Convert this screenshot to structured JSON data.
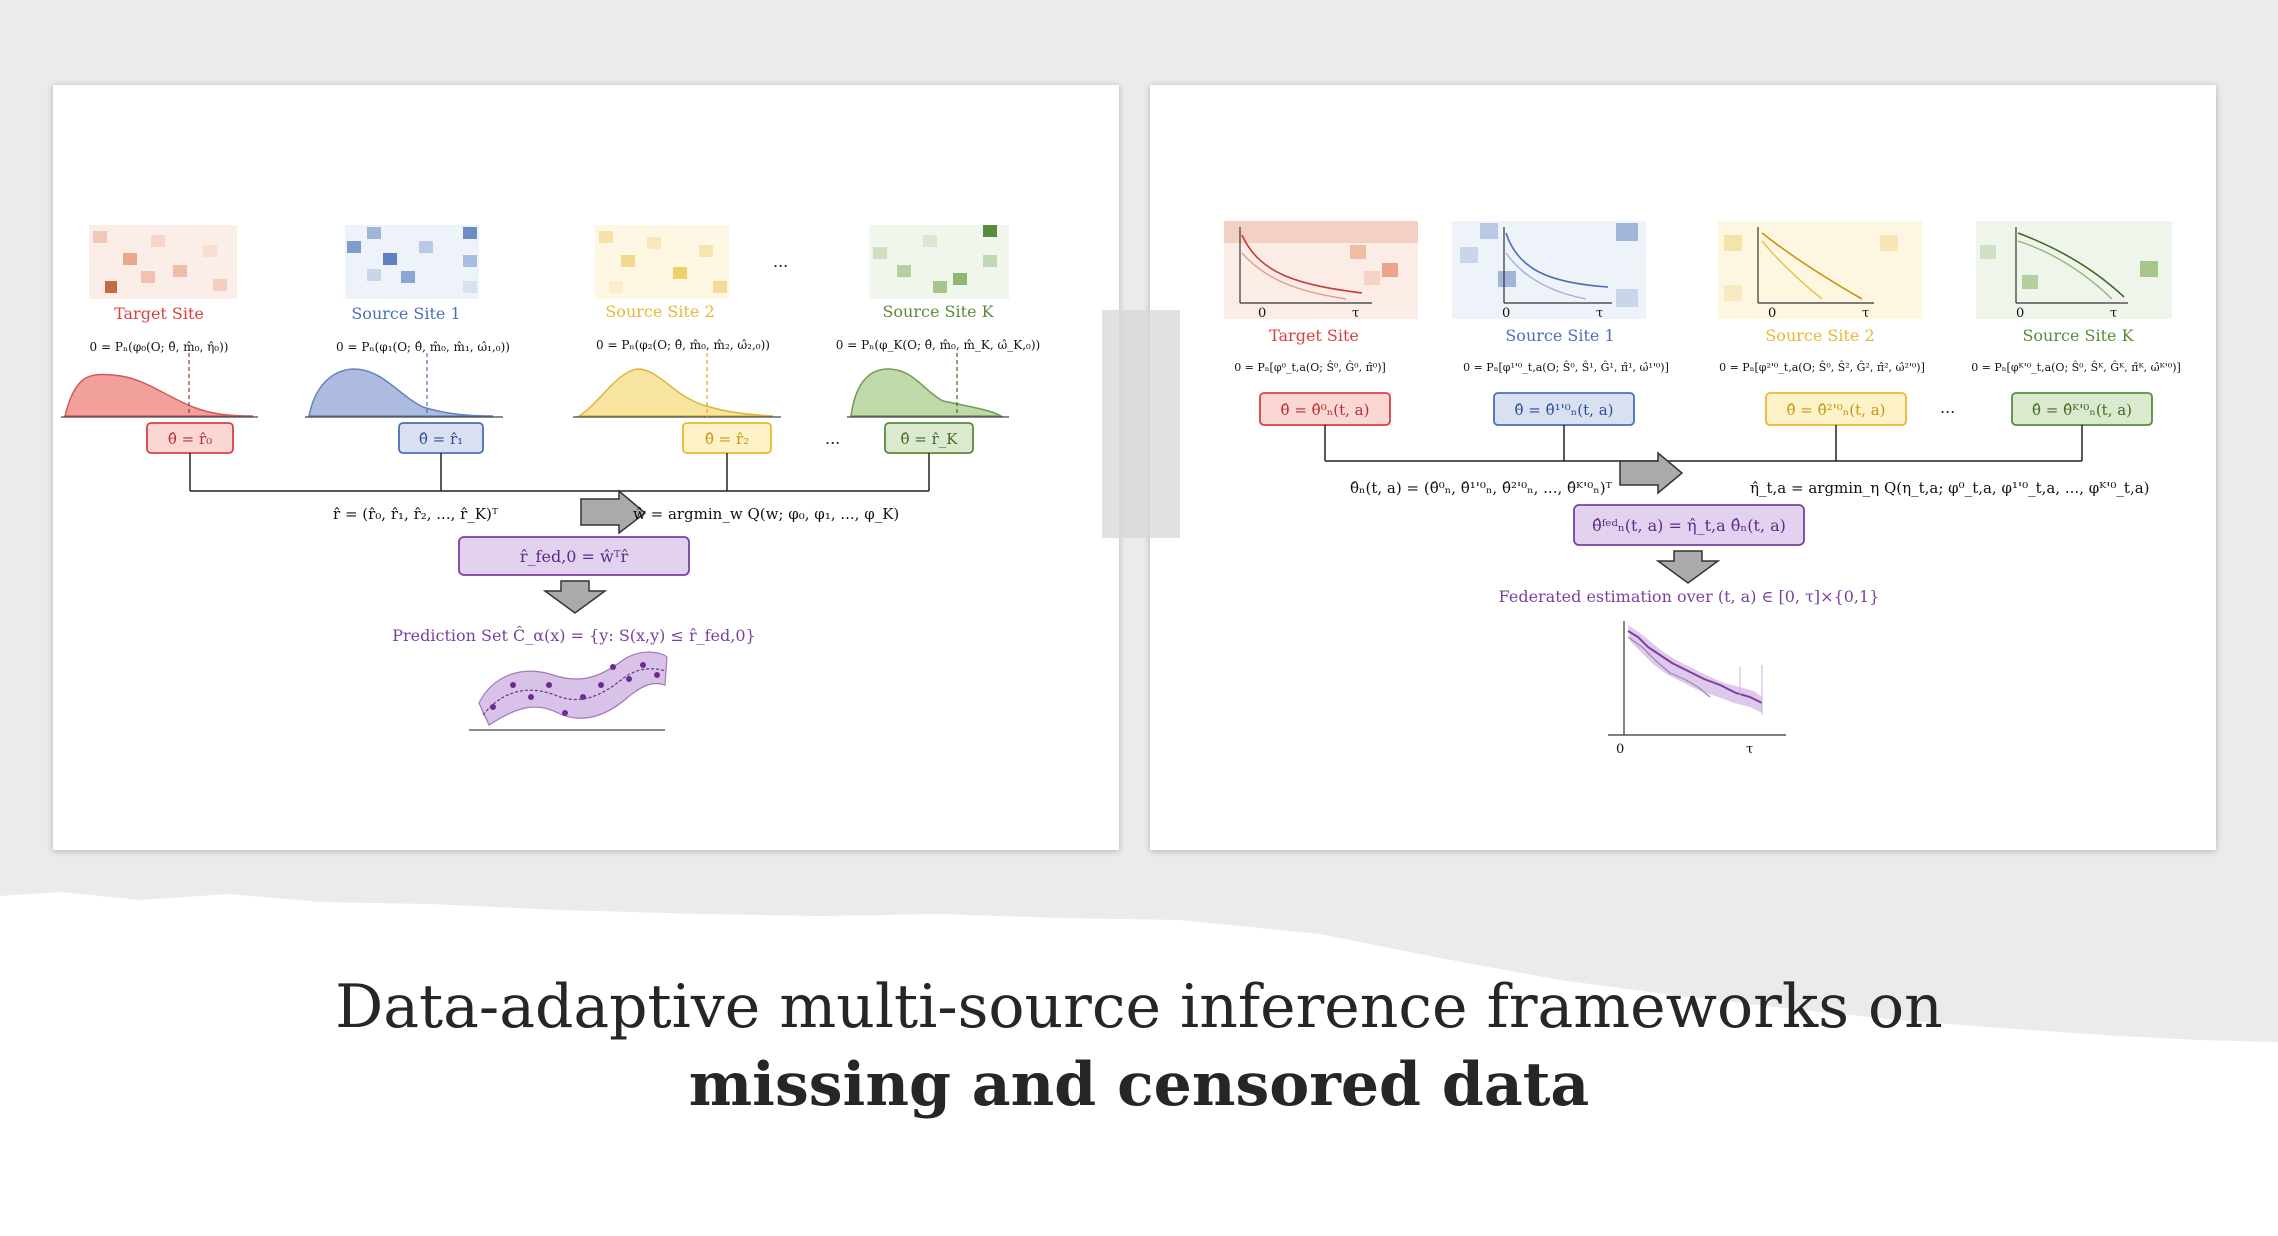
{
  "colors": {
    "target": "#d94040",
    "source1": "#4a6fb5",
    "source2": "#e8b830",
    "sourceK": "#5a8a3c",
    "fed": "#7b3fa0",
    "fed_fill": "#e2d2ef"
  },
  "left": {
    "sites": [
      {
        "label": "Target Site",
        "eq": "0 = Pₙ(φ₀(O; θ̂, m̂₀, η̂₀))",
        "box": "θ̂ = r̂₀"
      },
      {
        "label": "Source Site 1",
        "eq": "0 = Pₙ(φ₁(O; θ̂, m̂₀, m̂₁, ω̂₁,₀))",
        "box": "θ̂ = r̂₁"
      },
      {
        "label": "Source Site 2",
        "eq": "0 = Pₙ(φ₂(O; θ̂, m̂₀, m̂₂, ω̂₂,₀))",
        "box": "θ̂ = r̂₂"
      },
      {
        "label": "Source Site K",
        "eq": "0 = Pₙ(φ_K(O; θ̂, m̂₀, m̂_K, ω̂_K,₀))",
        "box": "θ̂ = r̂_K"
      }
    ],
    "dots_top": "...",
    "dots_mid": "...",
    "vec_r": "r̂ = (r̂₀, r̂₁, r̂₂, ..., r̂_K)ᵀ",
    "w_eq": "ŵ = argmin_w Q(w; φ₀, φ₁, ..., φ_K)",
    "fed_box": "r̂_fed,0 = ŵᵀr̂",
    "pred_set": "Prediction Set Ĉ_α(x) = {y: S(x,y) ≤ r̂_fed,0}"
  },
  "right": {
    "sites": [
      {
        "label": "Target Site",
        "eq": "0 = Pₙ[φ⁰_t,a(O; Ŝ⁰, Ĝ⁰, π̂⁰)]",
        "box": "θ̂ = θ̂⁰ₙ(t, a)"
      },
      {
        "label": "Source Site 1",
        "eq": "0 = Pₙ[φ¹'⁰_t,a(O; Ŝ⁰, Ŝ¹, Ĝ¹, π̂¹, ω̂¹'⁰)]",
        "box": "θ̂ = θ̂¹'⁰ₙ(t, a)"
      },
      {
        "label": "Source Site 2",
        "eq": "0 = Pₙ[φ²'⁰_t,a(O; Ŝ⁰, Ŝ², Ĝ², π̂², ω̂²'⁰)]",
        "box": "θ̂ = θ̂²'⁰ₙ(t, a)"
      },
      {
        "label": "Source Site K",
        "eq": "0 = Pₙ[φᴷ'⁰_t,a(O; Ŝ⁰, Ŝᴷ, Ĝᴷ, π̂ᴷ, ω̂ᴷ'⁰)]",
        "box": "θ̂ = θ̂ᴷ'⁰ₙ(t, a)"
      }
    ],
    "axis_zero": "0",
    "axis_tau": "τ",
    "dots_mid": "...",
    "theta_vec": "θ̂ₙ(t, a) = (θ̂⁰ₙ, θ̂¹'⁰ₙ, θ̂²'⁰ₙ, ..., θ̂ᴷ'⁰ₙ)ᵀ",
    "eta_eq": "η̂_t,a = argmin_η Q(η_t,a; φ⁰_t,a, φ¹'⁰_t,a, ..., φᴷ'⁰_t,a)",
    "fed_box": "θ̂ᶠᵉᵈₙ(t, a) = η̂_t,a θ̂ₙ(t, a)",
    "fed_caption": "Federated estimation over (t, a) ∈ [0, τ]×{0,1}"
  },
  "caption": {
    "line1": "Data-adaptive multi-source inference frameworks on",
    "line2": "missing and censored data"
  }
}
